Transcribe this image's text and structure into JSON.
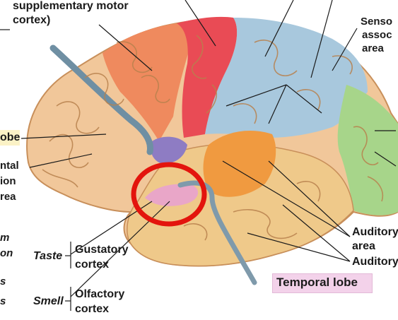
{
  "labels": {
    "supplementary_motor": [
      "supplementary motor",
      "cortex)"
    ],
    "sensory_association": [
      "Senso",
      "assoc",
      "area"
    ],
    "frontal_lobe_fragment": "obe",
    "prefrontal_fragment": [
      "ntal",
      "ion",
      "rea"
    ],
    "left_italic_fragments": [
      "m",
      "on",
      "s",
      "s"
    ],
    "taste": "Taste",
    "gustatory": [
      "Gustatory",
      "cortex"
    ],
    "smell": "Smell",
    "olfactory": [
      "Olfactory",
      "cortex"
    ],
    "auditory_area": [
      "Auditory",
      "area"
    ],
    "auditory_assoc_fragment": "Auditory",
    "temporal_lobe": "Temporal lobe"
  },
  "colors": {
    "frontal": "#f1c79a",
    "premotor": "#ef8a5e",
    "motor": "#e94b55",
    "somatosensory": "#a8c8dd",
    "parietal_assoc": "#b4d6e6",
    "occipital": "#a7d58a",
    "temporal": "#efc98a",
    "auditory": "#f09a40",
    "insula_purple": "#8e7cc3",
    "gustatory_pink": "#e9a6c8",
    "highlight_circle": "#e3140d",
    "temporal_box": "#f3d2ea",
    "frontal_box": "#fbf2c6"
  }
}
